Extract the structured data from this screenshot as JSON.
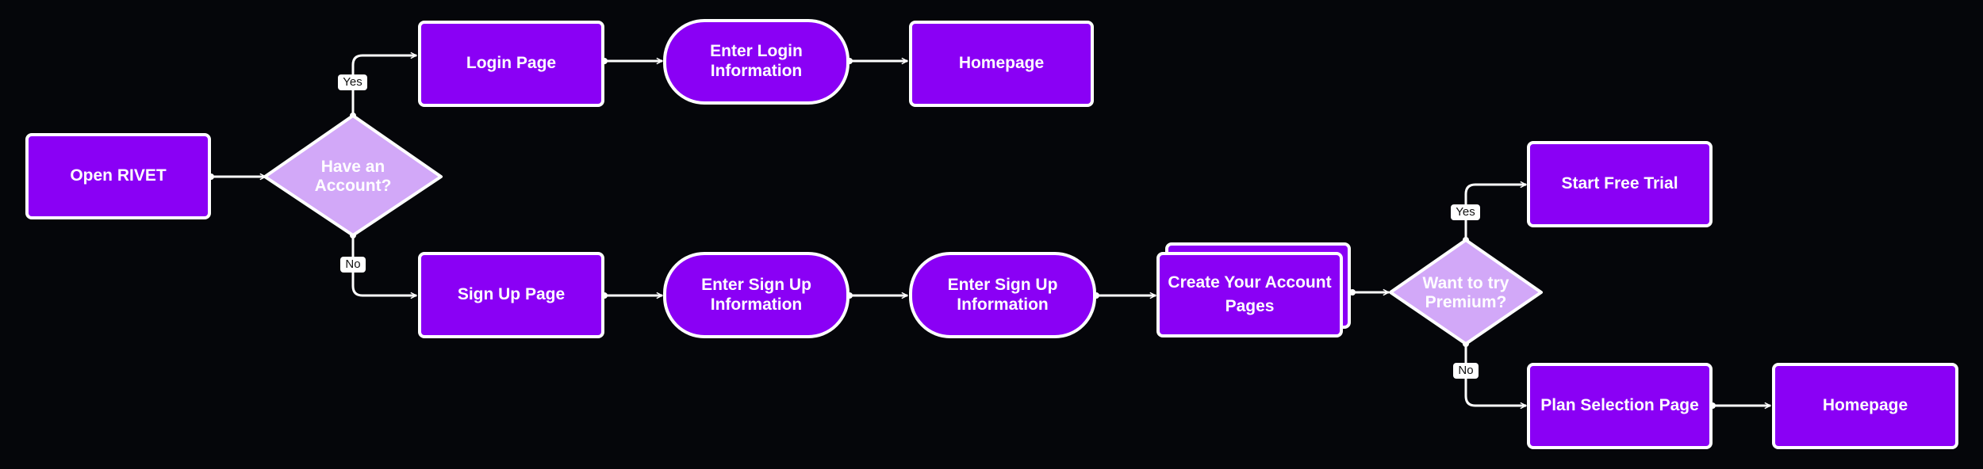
{
  "colors": {
    "background": "#05060a",
    "node_fill": "#8a00f5",
    "decision_fill": "#d2a8f8",
    "stroke": "#ffffff"
  },
  "nodes": {
    "open_rivet": "Open RIVET",
    "have_account": "Have an Account?",
    "login_page": "Login Page",
    "enter_login_info": "Enter Login Information",
    "homepage_top": "Homepage",
    "signup_page": "Sign Up Page",
    "enter_signup_info_1": "Enter Sign Up Information",
    "enter_signup_info_2": "Enter Sign Up Information",
    "create_account_pages": "Create Your Account Pages",
    "want_premium": "Want to try Premium?",
    "start_free_trial": "Start Free Trial",
    "plan_selection": "Plan Selection Page",
    "homepage_bottom": "Homepage"
  },
  "edge_labels": {
    "account_yes": "Yes",
    "account_no": "No",
    "premium_yes": "Yes",
    "premium_no": "No"
  }
}
